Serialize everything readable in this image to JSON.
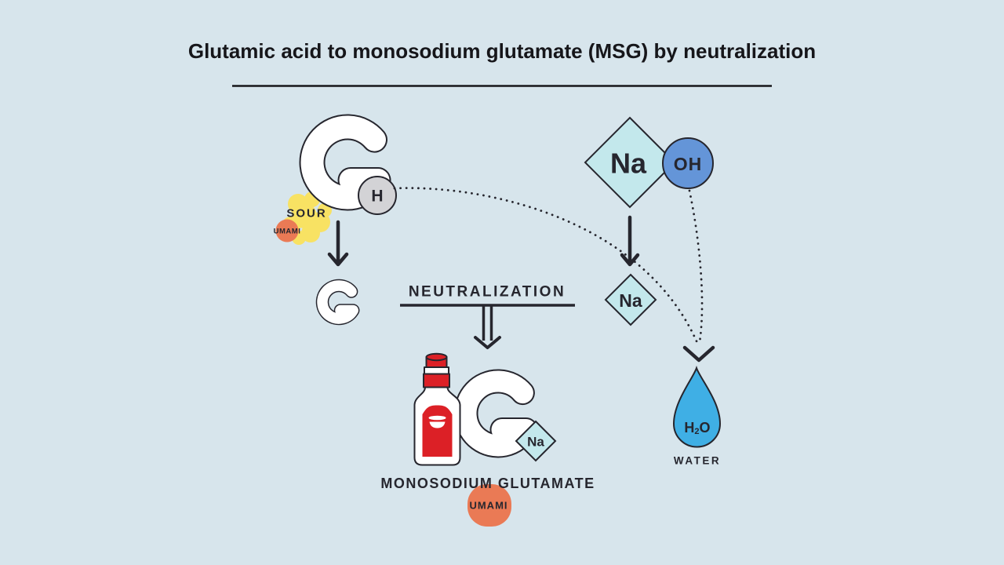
{
  "title": "Glutamic acid to monosodium glutamate (MSG) by neutralization",
  "glutamic_acid": {
    "hydrogen": "H",
    "sour": "SOUR",
    "umami": "UMAMI"
  },
  "sodium_hydroxide": {
    "na": "Na",
    "oh": "OH"
  },
  "sodium_ion": {
    "na": "Na"
  },
  "process": {
    "neutralization": "NEUTRALIZATION"
  },
  "msg": {
    "na": "Na",
    "name": "MONOSODIUM GLUTAMATE",
    "umami": "UMAMI"
  },
  "water": {
    "h": "H",
    "sub2": "2",
    "o": "O",
    "label": "WATER"
  },
  "colors": {
    "background": "#d7e5ec",
    "ink": "#26262e",
    "title_ink": "#16161a",
    "na_diamond": "#c3e8ec",
    "oh_circle": "#6495d8",
    "h_circle": "#d3d3d6",
    "water_drop": "#3fafe5",
    "sour_yellow": "#f8e263",
    "umami_orange": "#ea7a55",
    "bottle_red": "#dc2026",
    "white": "#ffffff"
  }
}
